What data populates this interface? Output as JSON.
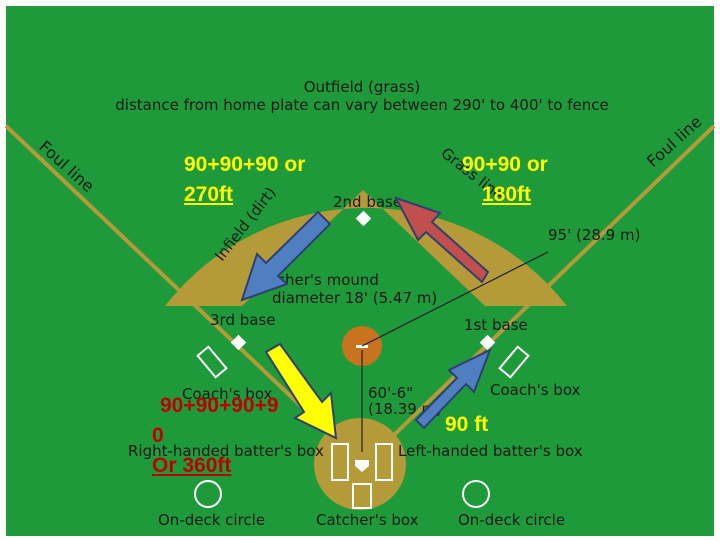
{
  "diagram": {
    "outfield": {
      "title": "Outfield (grass)",
      "note": "distance from home plate can vary between 290' to 400' to fence"
    },
    "foul_line_left": "Foul line",
    "foul_line_right": "Foul line",
    "grass_line": "Grass line",
    "infield": "Infield (dirt)",
    "second_base": "2nd base",
    "third_base": "3rd base",
    "first_base": "1st base",
    "distance_95": "95' (28.9 m)",
    "pitchers_mound": "Pitcher's mound",
    "mound_diameter": "diameter 18' (5.47 m)",
    "coach_box_left": "Coach's box",
    "coach_box_right": "Coach's box",
    "mound_distance_1": "60'-6\"",
    "mound_distance_2": "(18.39 m)",
    "right_batter_box": "Right-handed batter's box",
    "left_batter_box": "Left-handed batter's box",
    "on_deck_left": "On-deck circle",
    "on_deck_right": "On-deck circle",
    "catchers_box": "Catcher's box"
  },
  "annotations": {
    "first_to_second_line1": "90+90 or",
    "first_to_second_line2": "180ft",
    "to_third_line1": "90+90+90 or",
    "to_third_line2": "270ft",
    "to_home_line1": "90+90+90+9",
    "to_home_line2": "0",
    "to_home_line3": "Or 360ft",
    "home_to_first": "90 ft"
  },
  "colors": {
    "grass": "#1e9a3b",
    "dirt": "#b59a3a",
    "annotation_text": "#ffff00",
    "annotation_red": "#c00000",
    "arrow_blue": "#4f7fc0",
    "arrow_red": "#c0504d",
    "arrow_yellow": "#ffff00"
  }
}
